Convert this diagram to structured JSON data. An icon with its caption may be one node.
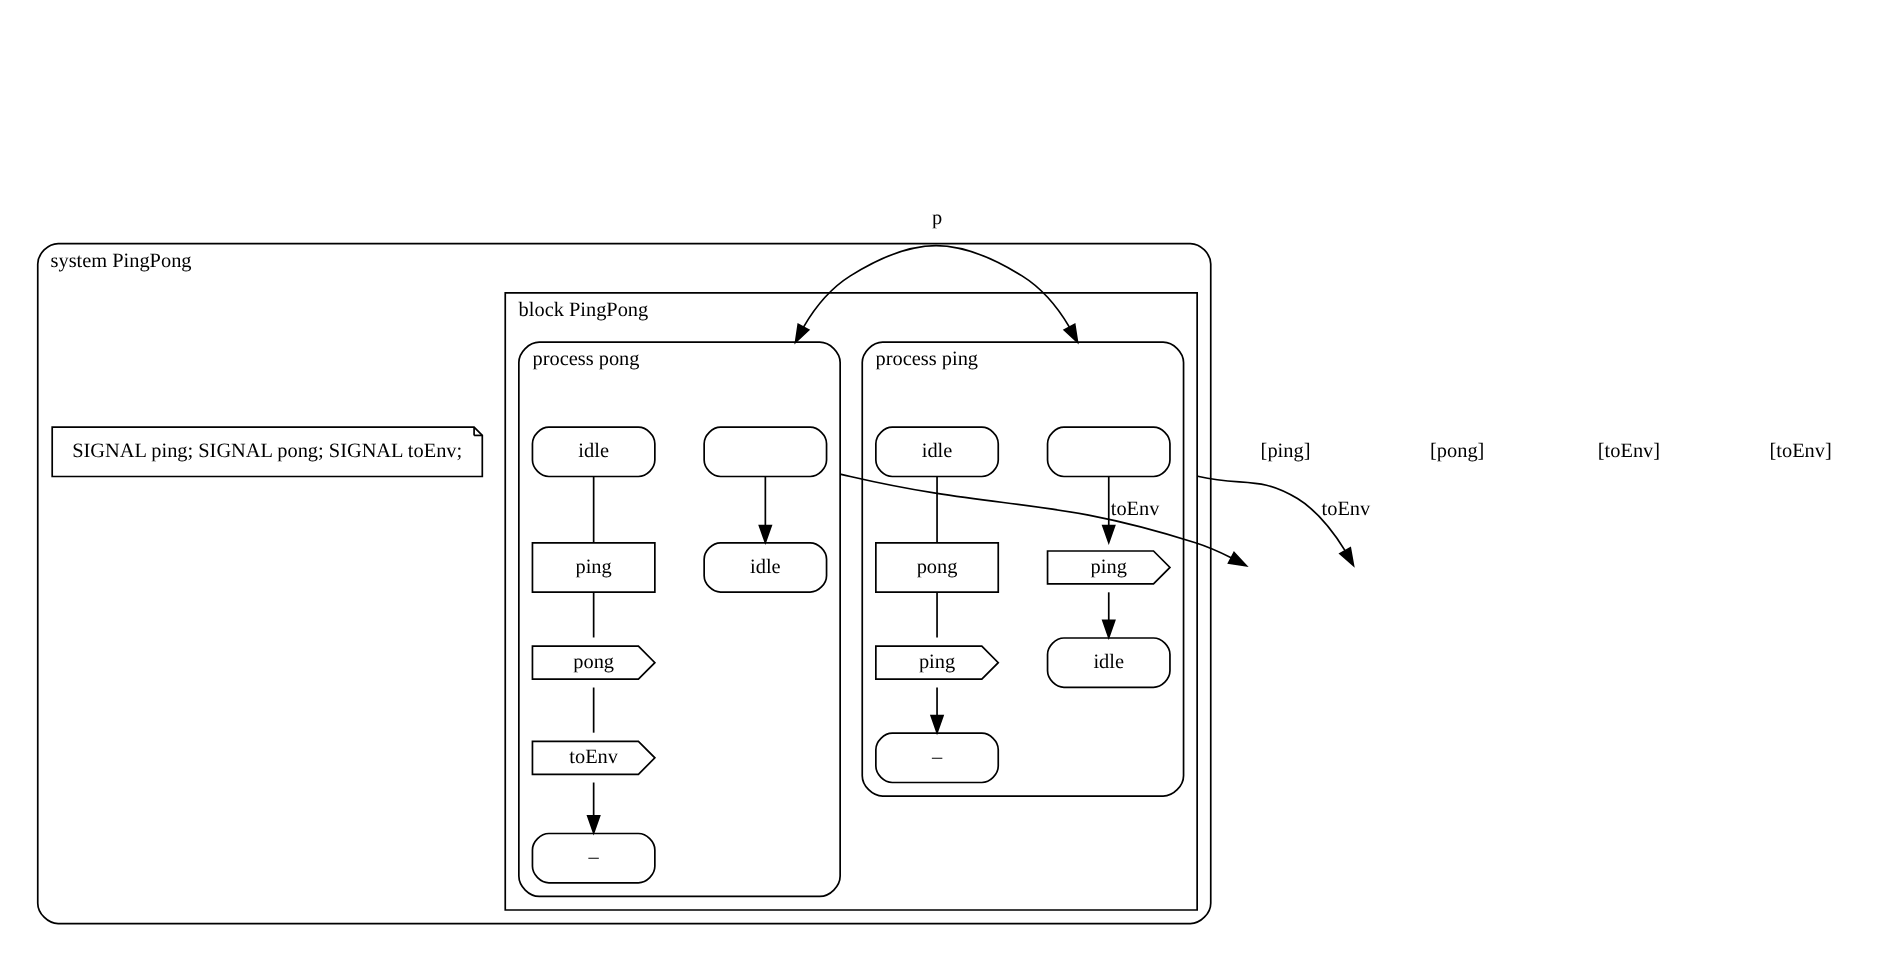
{
  "diagram": {
    "nodes": [
      {
        "text": [
          "system PingPong"
        ]
      },
      {
        "text": [
          "SIGNAL ping; SIGNAL pong; SIGNAL toEnv;"
        ],
        "in": 0
      },
      {
        "text": [
          "block PingPong"
        ],
        "in": 0
      },
      {
        "text": [
          "process ping"
        ],
        "in": 2
      },
      {
        "text": [],
        "shape": "box",
        "in": 3
      },
      {
        "text": [
          "idle"
        ],
        "in": 3
      },
      {
        "text": [
          "pong"
        ],
        "in": 3
      },
      {
        "text": [
          "ping"
        ],
        "in": 3
      },
      {
        "text": [
          "ping"
        ],
        "in": 3
      },
      {
        "text": [
          "idle"
        ],
        "in": 3
      },
      {
        "text": [
          "–"
        ],
        "in": 3
      },
      {
        "text": [
          "process pong"
        ],
        "in": 2
      },
      {
        "text": [],
        "shape": "box",
        "in": 11
      },
      {
        "text": [
          "idle"
        ],
        "in": 11
      },
      {
        "text": [
          "ping"
        ],
        "in": 11
      },
      {
        "text": [
          "pong"
        ],
        "in": 11
      },
      {
        "text": [
          "toEnv"
        ],
        "in": 11
      },
      {
        "text": [
          "idle"
        ],
        "in": 11
      },
      {
        "text": [
          "–"
        ],
        "in": 11
      }
    ],
    "edges": [
      {
        "from": 4,
        "to": 7,
        "arrow": "to"
      },
      {
        "from": 7,
        "to": 9,
        "arrow": "to"
      },
      {
        "from": 5,
        "to": 6,
        "arrow": "none"
      },
      {
        "from": 6,
        "to": 8,
        "arrow": "none"
      },
      {
        "from": 8,
        "to": 10,
        "arrow": "to"
      },
      {
        "from": 12,
        "to": 17,
        "arrow": "to"
      },
      {
        "from": 13,
        "to": 14,
        "arrow": "none"
      },
      {
        "from": 14,
        "to": 15,
        "arrow": "none"
      },
      {
        "from": 15,
        "to": 16,
        "arrow": "none"
      },
      {
        "from": 16,
        "to": 18,
        "arrow": "to"
      },
      {
        "from": 3,
        "to": 11,
        "arrow": "both",
        "label": "p"
      },
      {
        "from": 11,
        "to": null,
        "arrow": "to",
        "label": "toEnv"
      },
      {
        "from": 2,
        "to": null,
        "arrow": "to",
        "label": "toEnv"
      }
    ],
    "labels": [
      "[ping]",
      "[pong]",
      "[toEnv]",
      "[toEnv]"
    ]
  }
}
